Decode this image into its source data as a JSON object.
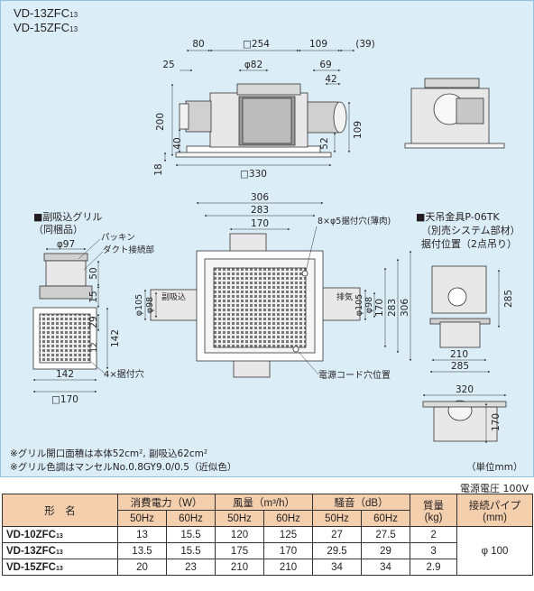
{
  "header": {
    "models": [
      {
        "base": "VD-13ZFC",
        "sub": "13"
      },
      {
        "base": "VD-15ZFC",
        "sub": "13"
      }
    ]
  },
  "front_view": {
    "dims": [
      "80",
      "□254",
      "109",
      "(39)",
      "25",
      "φ82",
      "69",
      "42",
      "200",
      "40",
      "52",
      "109",
      "18",
      "□330"
    ]
  },
  "plan_view": {
    "dims": [
      "306",
      "283",
      "170",
      "8×φ5据付穴(薄肉)",
      "φ105",
      "φ98",
      "副吸込",
      "排気",
      "φ105",
      "φ98",
      "170",
      "283",
      "306"
    ],
    "cord_label": "電源コード穴位置"
  },
  "sub_grille": {
    "title": "■副吸込グリル",
    "subtitle": "（同梱品）",
    "labels": [
      "φ97",
      "パッキン",
      "ダクト接続部",
      "50",
      "15",
      "29",
      "142",
      "12",
      "142",
      "4×据付穴",
      "□170"
    ]
  },
  "bracket": {
    "title": "■天吊金具P-06TK",
    "lines": [
      "（別売システム部材）",
      "据付位置（2点吊り）"
    ],
    "dims": [
      "210",
      "285",
      "285",
      "320",
      "170"
    ]
  },
  "notes": [
    "※グリル開口面積は本体52cm², 副吸込62cm²",
    "※グリル色調はマンセルNo.0.8GY9.0/0.5（近似色）"
  ],
  "unit": "（単位mm）",
  "voltage": "電源電圧 100V",
  "table": {
    "h_model": "形　名",
    "h_power": "消費電力（W）",
    "h_air": "風量（m³/h）",
    "h_noise": "騒音（dB）",
    "h_mass": "質量",
    "h_mass_unit": "(kg)",
    "h_pipe": "接続パイプ",
    "h_pipe_unit": "(mm)",
    "hz": [
      "50Hz",
      "60Hz",
      "50Hz",
      "60Hz",
      "50Hz",
      "60Hz"
    ],
    "rows": [
      {
        "base": "VD-10ZFC",
        "sub": "13",
        "vals": [
          "13",
          "15.5",
          "120",
          "125",
          "27",
          "27.5",
          "2"
        ]
      },
      {
        "base": "VD-13ZFC",
        "sub": "13",
        "vals": [
          "13.5",
          "15.5",
          "175",
          "170",
          "29.5",
          "29",
          "3"
        ]
      },
      {
        "base": "VD-15ZFC",
        "sub": "13",
        "vals": [
          "20",
          "23",
          "210",
          "210",
          "34",
          "34",
          "2.9"
        ]
      }
    ],
    "pipe": "φ 100"
  }
}
